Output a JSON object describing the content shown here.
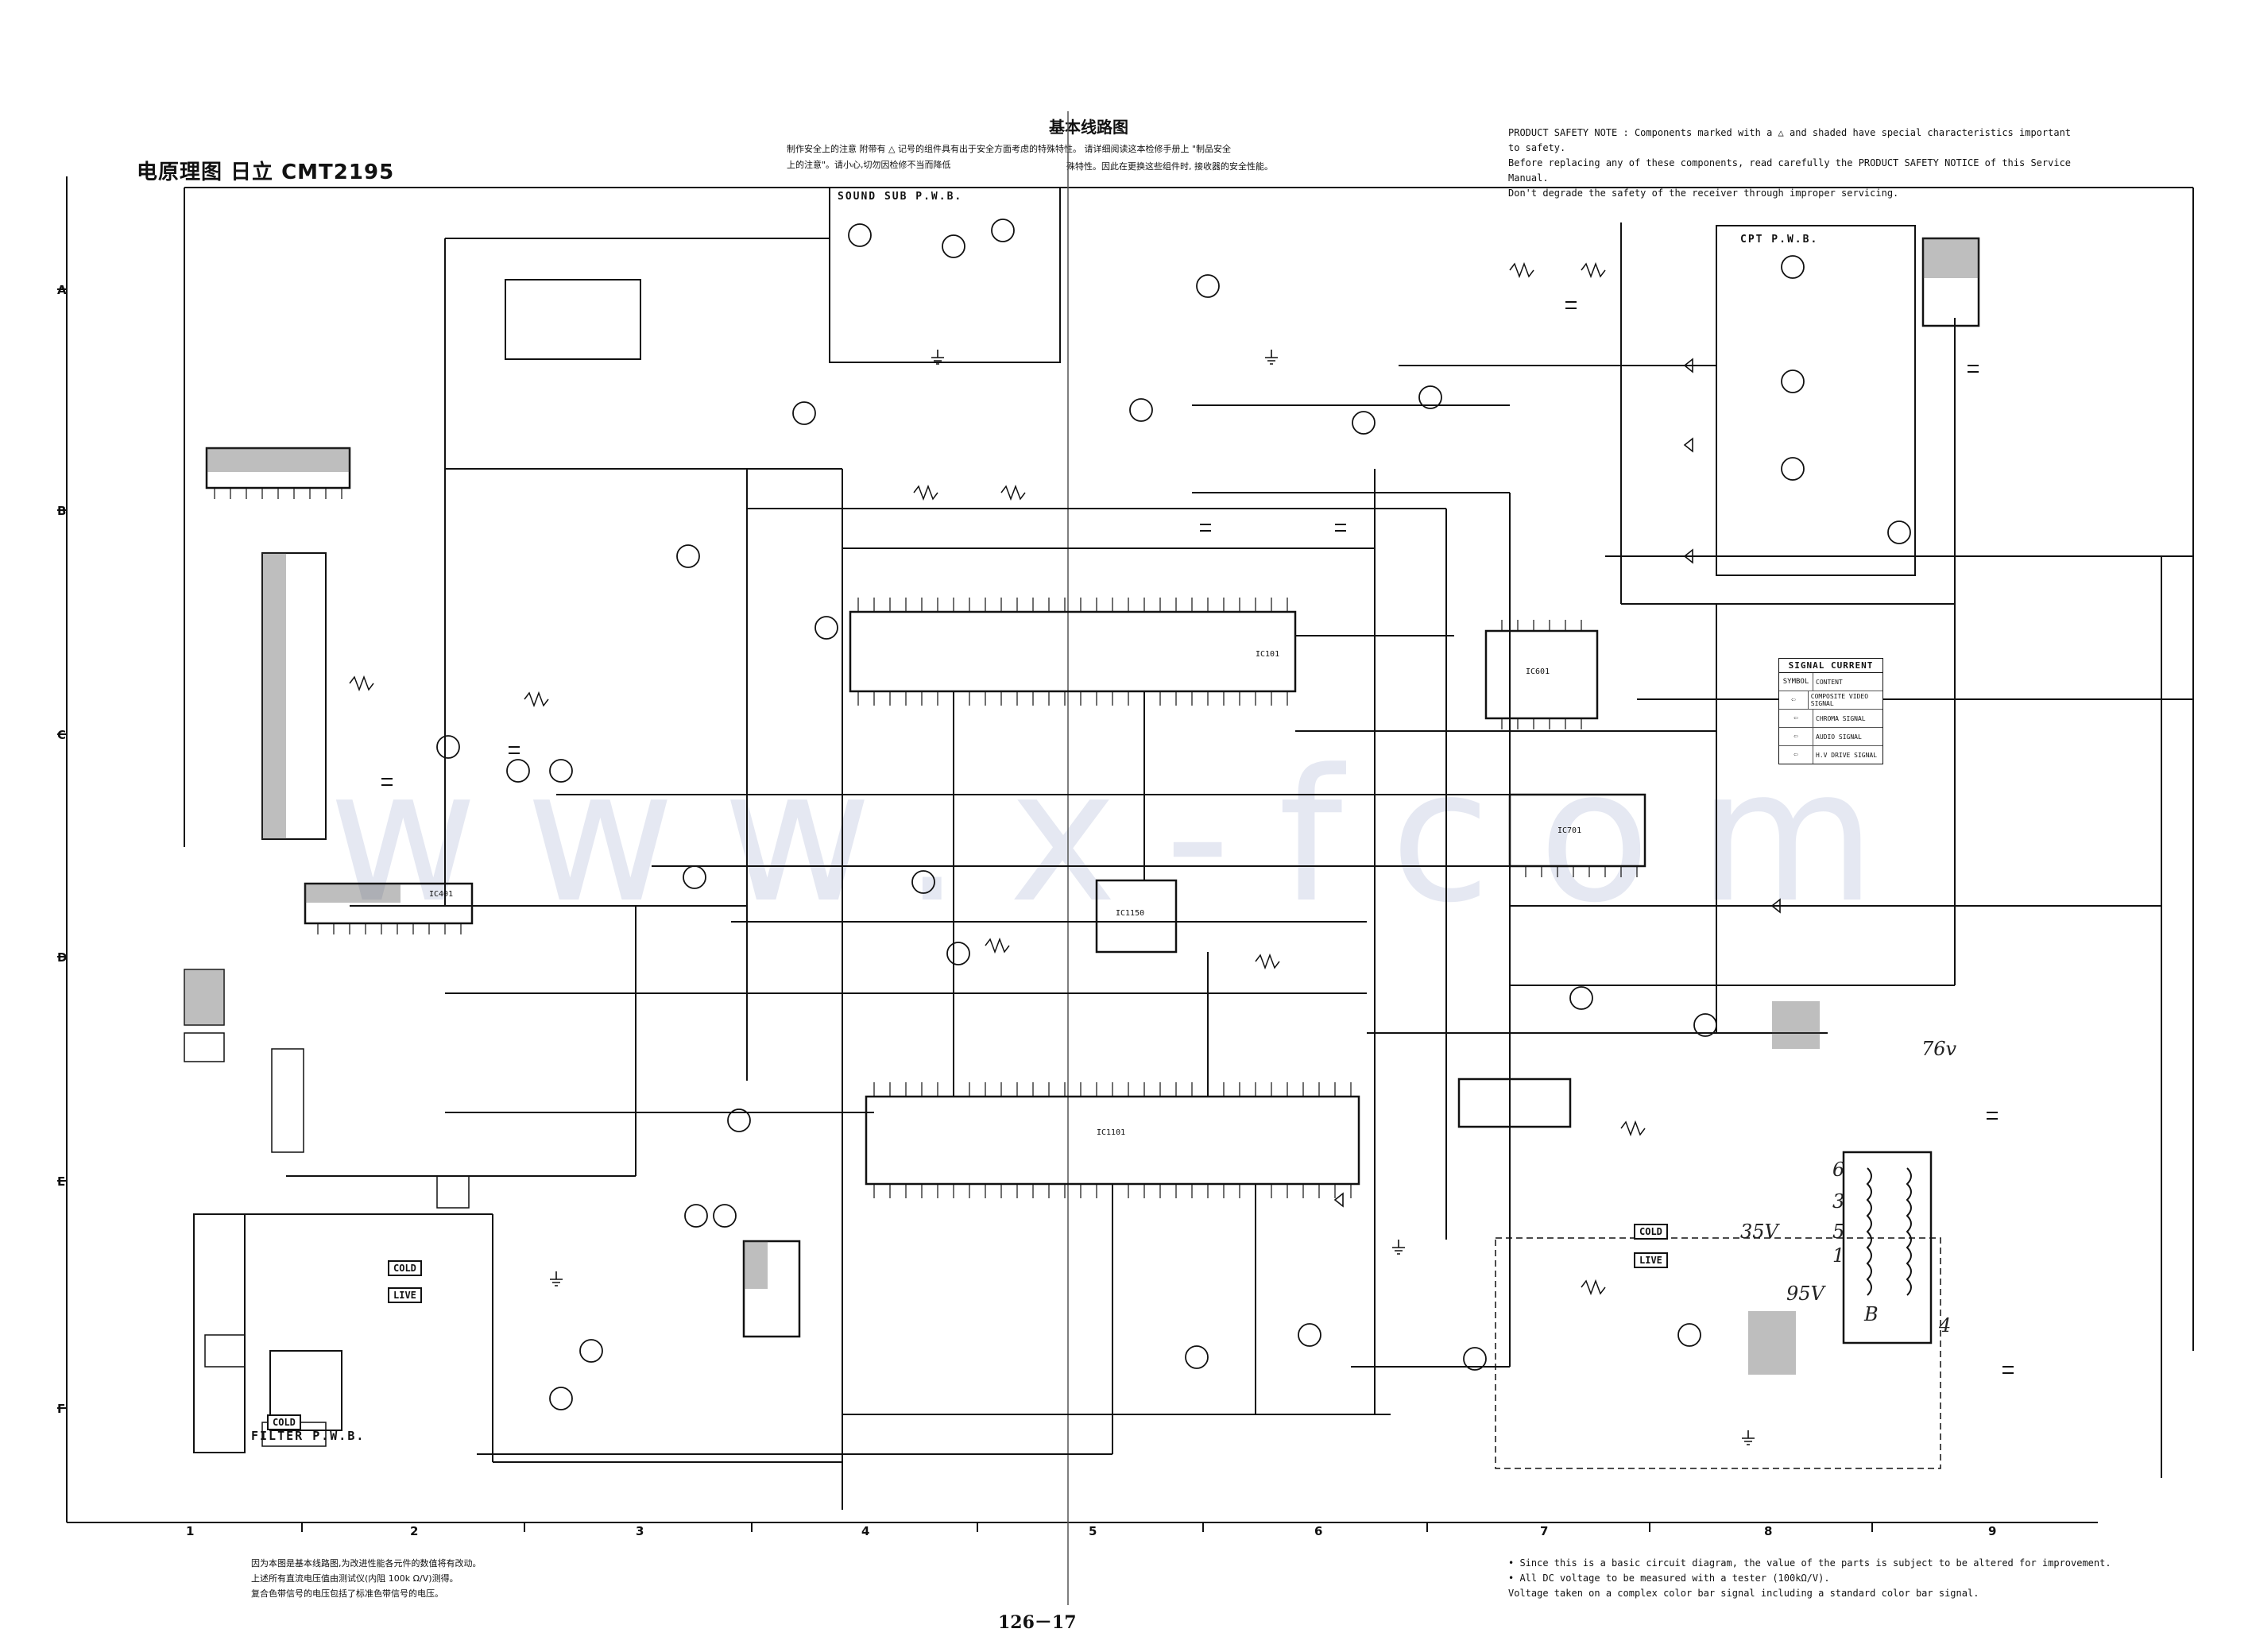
{
  "header": {
    "title": "电原理图  日立 CMT2195",
    "cn_title": "基本线路图",
    "cn_note_left": "制作安全上的注意 附带有 △ 记号的组件具有出于安全方面考虑的特殊特性。 请详细阅读这本检修手册上 \"制品安全上的注意\"。请小心,切勿因检修不当而降低",
    "cn_note_right": "殊特性。因此在更换这些组件时, 接收器的安全性能。",
    "safety_note": [
      "PRODUCT SAFETY NOTE : Components marked with a △ and shaded have special characteristics important to safety.",
      "Before replacing any of these components, read carefully the PRODUCT SAFETY NOTICE of this Service Manual.",
      "Don't degrade the safety of the receiver through improper servicing."
    ]
  },
  "grid": {
    "rows": [
      "A",
      "B",
      "C",
      "D",
      "E",
      "F"
    ],
    "columns": [
      "1",
      "2",
      "3",
      "4",
      "5",
      "6",
      "7",
      "8",
      "9"
    ]
  },
  "blocks": {
    "sound_sub": "SOUND SUB P.W.B.",
    "cpt": "CPT P.W.B.",
    "filter": "FILTER P.W.B.",
    "cold1": "COLD",
    "live1": "LIVE",
    "cold2": "COLD",
    "live2": "LIVE",
    "cold3": "COLD"
  },
  "chips": {
    "ic101": "IC101",
    "ic1101": "IC1101",
    "ic1150": "IC1150",
    "ic601": "IC601",
    "ic701": "IC701",
    "ic401": "IC401"
  },
  "signal_current": {
    "title": "SIGNAL CURRENT",
    "header_symbol": "SYMBOL",
    "header_content": "CONTENT",
    "rows": [
      {
        "symbol": "⇦",
        "content": "COMPOSITE VIDEO SIGNAL"
      },
      {
        "symbol": "⇦",
        "content": "CHROMA SIGNAL"
      },
      {
        "symbol": "⇦",
        "content": "AUDIO SIGNAL"
      },
      {
        "symbol": "⇦",
        "content": "H.V DRIVE SIGNAL"
      }
    ]
  },
  "handwritten": [
    "76v",
    "6",
    "3",
    "5",
    "1",
    "4",
    "95V",
    "35V",
    "B"
  ],
  "footer": {
    "left": [
      "因为本图是基本线路图,为改进性能各元件的数值将有改动。",
      "上述所有直流电压值由测试仪(内阻 100k Ω/V)测得。",
      "复合色带信号的电压包括了标准色带信号的电压。"
    ],
    "right": [
      "• Since this is a basic circuit diagram, the value of the parts is subject to be altered for improvement.",
      "• All DC voltage to be measured with a tester (100kΩ/V).",
      "  Voltage taken on a complex color bar signal including a standard color bar signal."
    ],
    "page": "126－17"
  },
  "watermark": "www.x-fcom"
}
